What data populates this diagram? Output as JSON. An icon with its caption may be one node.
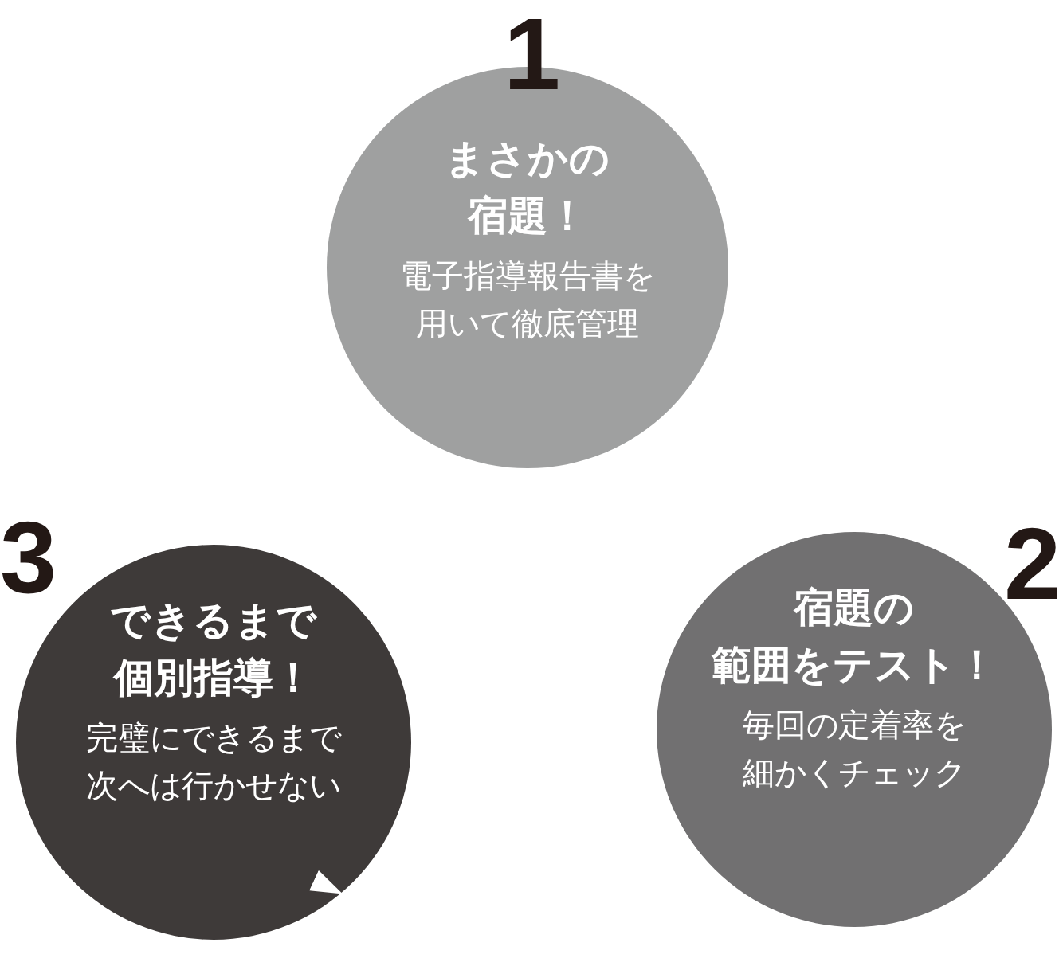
{
  "diagram": {
    "nodes": [
      {
        "text": [
          "1",
          "まさかの宿題！",
          "電子指導報告書を用いて徹底管理"
        ]
      },
      {
        "text": [
          "2",
          "宿題の範囲をテスト！",
          "毎回の定着率を細かくチェック"
        ]
      },
      {
        "text": [
          "3",
          "できるまで個別指導！",
          "完璧にできるまで次へは行かせない"
        ]
      }
    ]
  }
}
